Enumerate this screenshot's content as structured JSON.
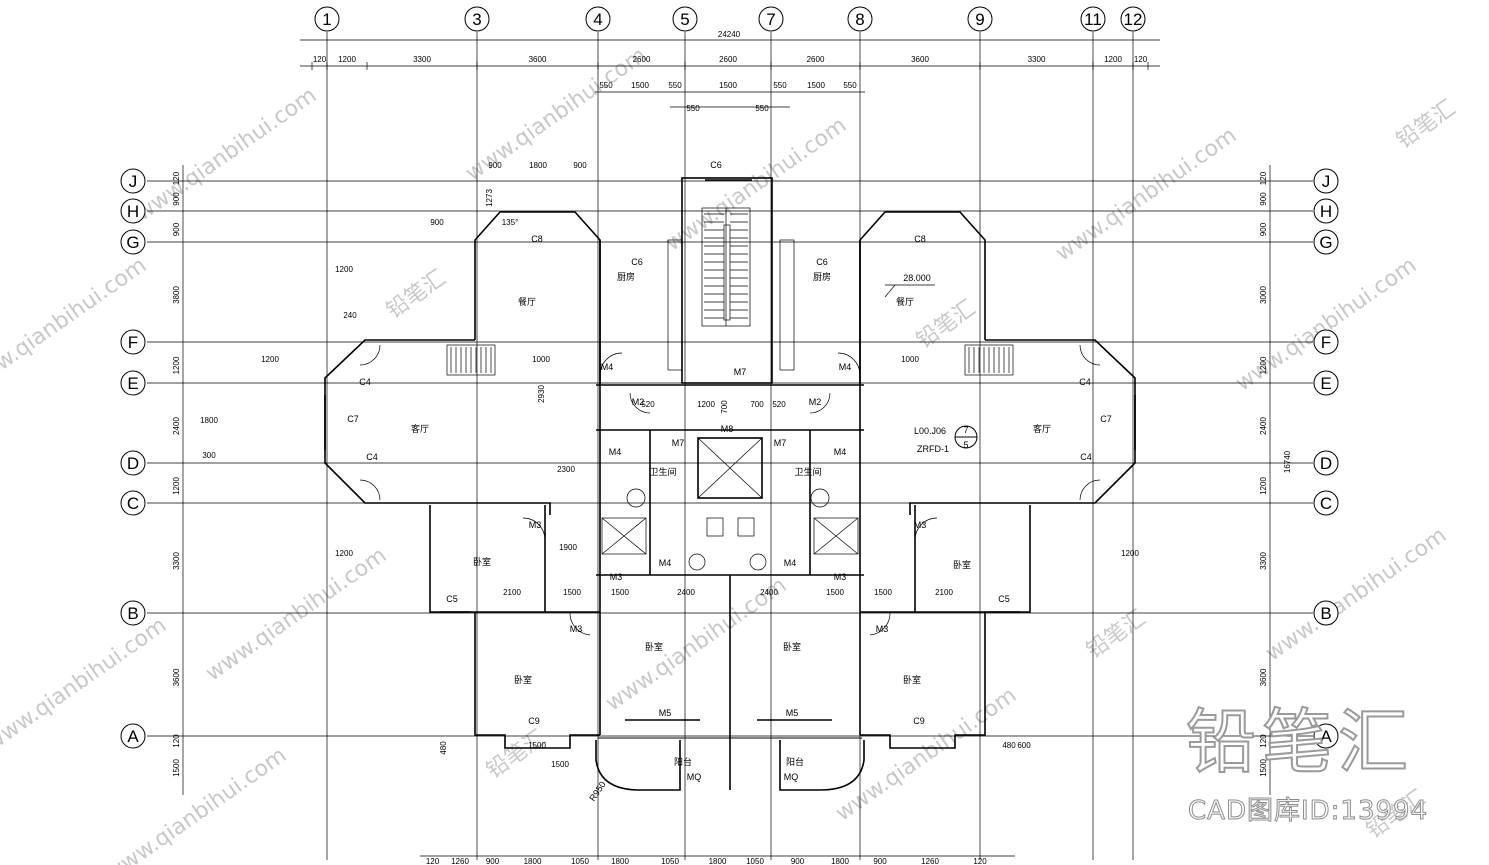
{
  "grid_top": [
    "1",
    "3",
    "4",
    "5",
    "7",
    "8",
    "9",
    "11",
    "12"
  ],
  "grid_side": [
    "J",
    "H",
    "G",
    "F",
    "E",
    "D",
    "C",
    "B",
    "A"
  ],
  "overall_width": "24240",
  "overall_depth": "16740",
  "dims_top_row1": [
    "120",
    "1200",
    "3300",
    "3600",
    "2600",
    "2600",
    "2600",
    "3600",
    "3300",
    "1200",
    "120"
  ],
  "dims_top_row2": [
    "550",
    "1500",
    "550",
    "1500",
    "550",
    "1500",
    "550"
  ],
  "dims_top_row3": [
    "550",
    "550"
  ],
  "dims_left": [
    "120",
    "900",
    "900",
    "3800",
    "1200",
    "2400",
    "1200",
    "3300",
    "3600",
    "120",
    "1500"
  ],
  "dims_right": [
    "120",
    "900",
    "900",
    "3000",
    "1200",
    "2400",
    "1200",
    "3300",
    "3600",
    "120",
    "1500"
  ],
  "dims_bottom": [
    "120",
    "1260",
    "900",
    "1800",
    "1050",
    "1800",
    "1050",
    "1800",
    "1050",
    "900",
    "1800",
    "900",
    "1260",
    "120"
  ],
  "dims_misc": [
    "900",
    "1800",
    "900",
    "1273",
    "135°",
    "900",
    "1200",
    "240",
    "1200",
    "2930",
    "1000",
    "1800",
    "300",
    "520",
    "700",
    "1200",
    "700",
    "520",
    "1200",
    "2300",
    "1900",
    "2100",
    "1500",
    "1500",
    "2400",
    "2400",
    "1500",
    "1500",
    "2100",
    "1000",
    "480",
    "1500",
    "1500",
    "1200",
    "600",
    "480"
  ],
  "windows": [
    "C6",
    "C8",
    "C8",
    "C6",
    "C6",
    "C7",
    "C7",
    "C4",
    "C4",
    "C4",
    "C4",
    "C5",
    "C5",
    "C9",
    "C9"
  ],
  "doors": [
    "M4",
    "M4",
    "M7",
    "M2",
    "M2",
    "M7",
    "M7",
    "M8",
    "M4",
    "M4",
    "M3",
    "M3",
    "M3",
    "M3",
    "M3",
    "M3",
    "M4",
    "M4",
    "M5",
    "M5",
    "MQ",
    "MQ"
  ],
  "rooms": [
    "客厅",
    "客厅",
    "餐厅",
    "餐厅",
    "厨房",
    "厨房",
    "卫生间",
    "卫生间",
    "卧室",
    "卧室",
    "卧室",
    "卧室",
    "卧室",
    "卧室",
    "阳台",
    "阳台"
  ],
  "annotations": [
    "28.000",
    "L00.J06",
    "ZRFD-1",
    "7",
    "5",
    "R950"
  ],
  "watermark": "www.qianbihui.com",
  "watermark_short": "铅笔汇",
  "logo_brand": "铅笔汇",
  "logo_id": "CAD图库ID:13994"
}
